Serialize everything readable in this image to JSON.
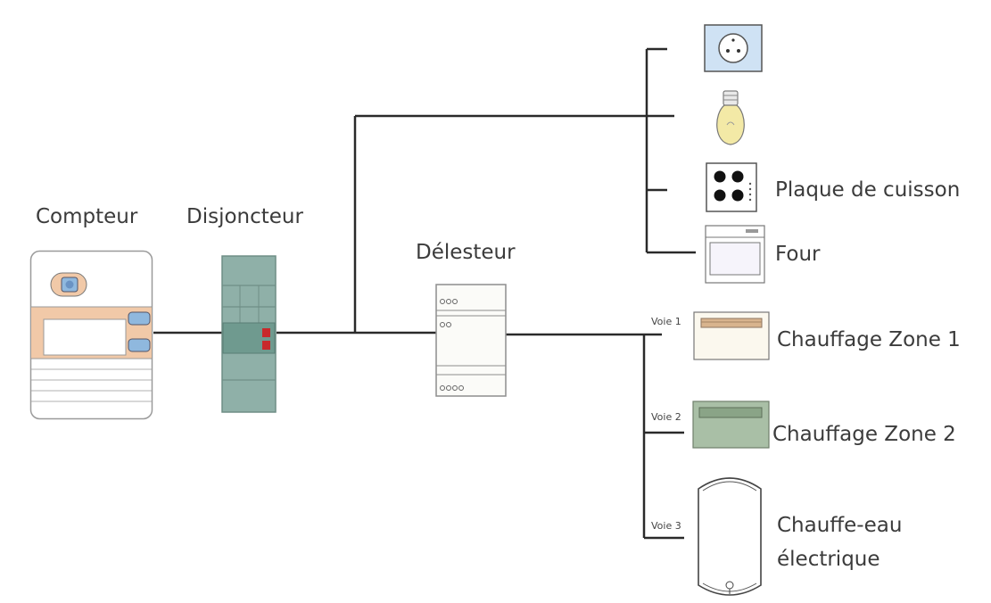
{
  "labels": {
    "compteur": "Compteur",
    "disjoncteur": "Disjoncteur",
    "delesteur": "Délesteur",
    "plaque": "Plaque de cuisson",
    "four": "Four",
    "chauffage1": "Chauffage Zone 1",
    "chauffage2": "Chauffage Zone 2",
    "chauffe_eau_line1": "Chauffe-eau",
    "chauffe_eau_line2": "électrique",
    "voie1": "Voie 1",
    "voie2": "Voie 2",
    "voie3": "Voie 3"
  },
  "icons": {
    "meter": "electricity-meter-icon",
    "breaker": "circuit-breaker-icon",
    "shedder": "load-shedder-icon",
    "socket": "power-socket-icon",
    "bulb": "light-bulb-icon",
    "hob": "cooking-hob-icon",
    "oven": "oven-icon",
    "heater1": "radiator-icon",
    "heater2": "radiator-icon",
    "water_heater": "water-heater-icon"
  },
  "colors": {
    "wire": "#2a2a2a",
    "breaker": "#8fb0a8",
    "meter_accent": "#f1c9a8",
    "socket_fill": "#cfe2f4",
    "bulb_fill": "#f3e9a6",
    "heater1_bar": "#d8b48e",
    "heater2_fill": "#a9bfa6"
  }
}
